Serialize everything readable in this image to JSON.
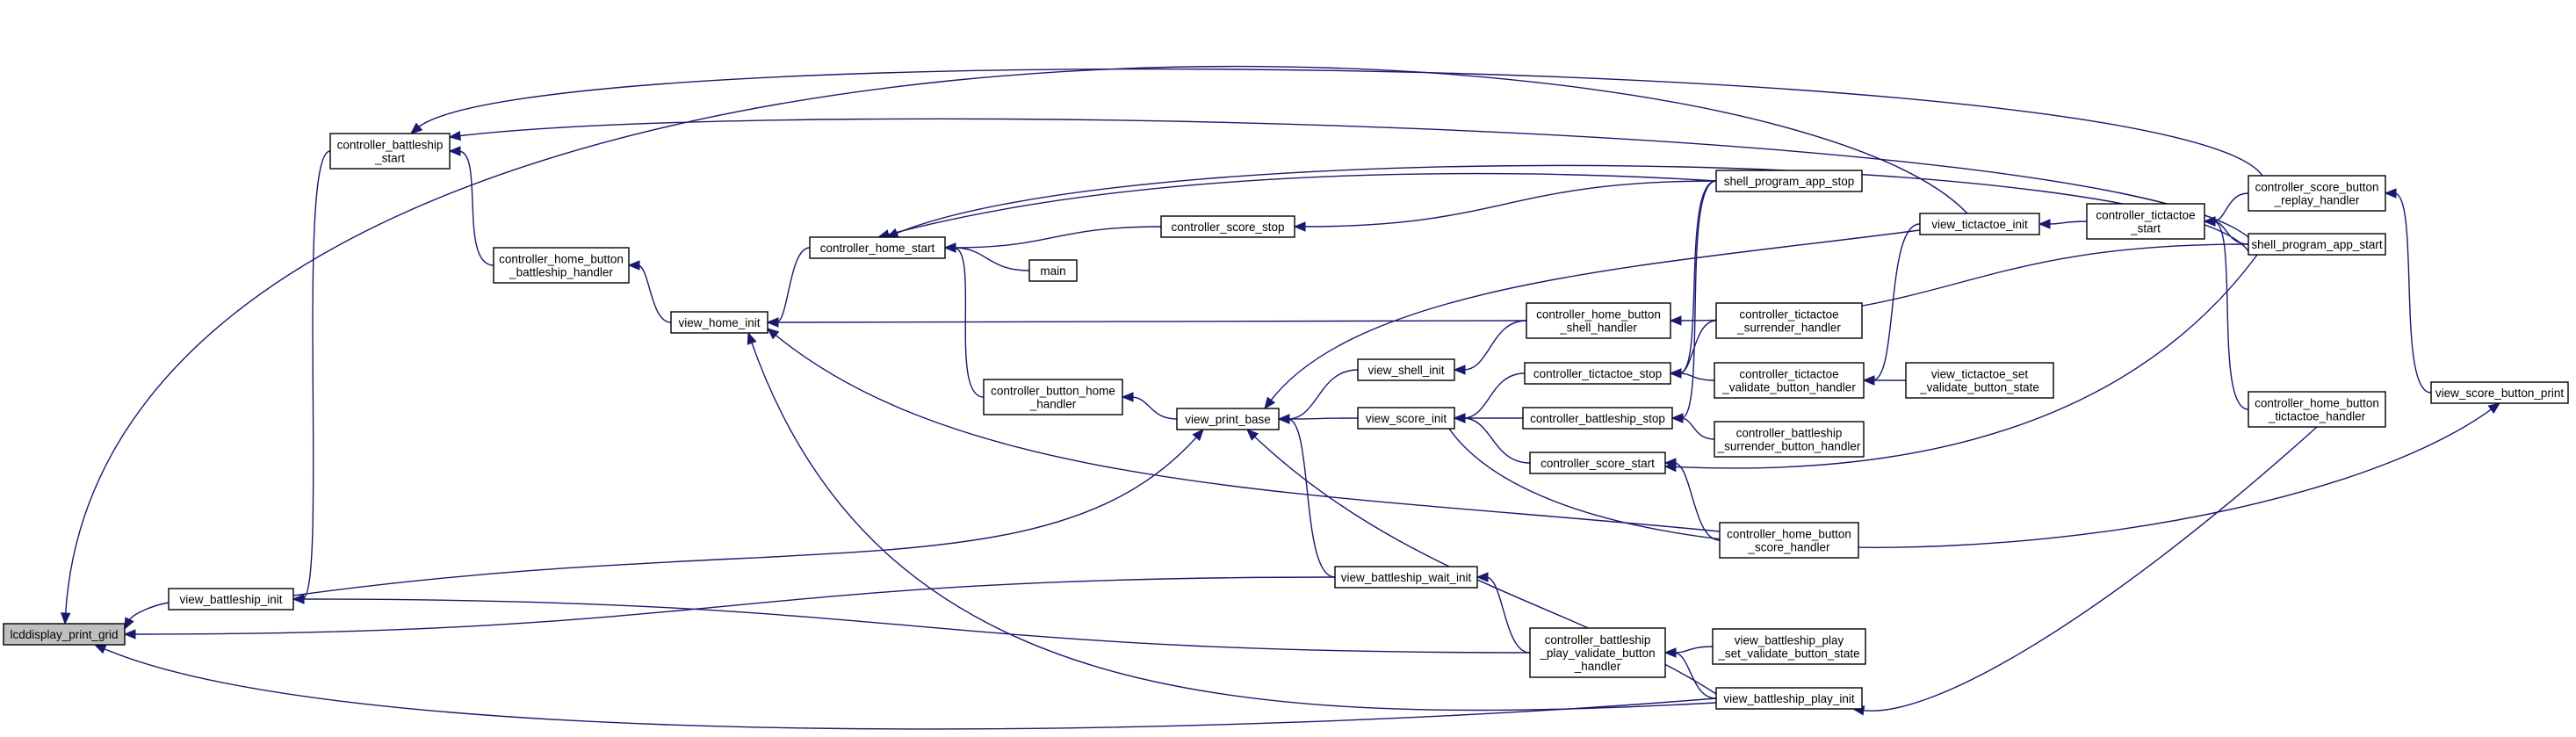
{
  "graph": {
    "title": "",
    "nodes": [
      {
        "id": "lcddisplay_print_grid",
        "lines": [
          "lcddisplay_print_grid"
        ],
        "focus": true
      },
      {
        "id": "view_battleship_init",
        "lines": [
          "view_battleship_init"
        ]
      },
      {
        "id": "controller_battleship_start",
        "lines": [
          "controller_battleship",
          "_start"
        ]
      },
      {
        "id": "controller_home_button_battleship_handler",
        "lines": [
          "controller_home_button",
          "_battleship_handler"
        ]
      },
      {
        "id": "view_home_init",
        "lines": [
          "view_home_init"
        ]
      },
      {
        "id": "controller_home_start",
        "lines": [
          "controller_home_start"
        ]
      },
      {
        "id": "controller_button_home_handler",
        "lines": [
          "controller_button_home",
          "_handler"
        ]
      },
      {
        "id": "controller_score_stop",
        "lines": [
          "controller_score_stop"
        ]
      },
      {
        "id": "main",
        "lines": [
          "main"
        ]
      },
      {
        "id": "view_print_base",
        "lines": [
          "view_print_base"
        ]
      },
      {
        "id": "view_shell_init",
        "lines": [
          "view_shell_init"
        ]
      },
      {
        "id": "view_score_init",
        "lines": [
          "view_score_init"
        ]
      },
      {
        "id": "view_battleship_wait_init",
        "lines": [
          "view_battleship_wait_init"
        ]
      },
      {
        "id": "controller_home_button_shell_handler",
        "lines": [
          "controller_home_button",
          "_shell_handler"
        ]
      },
      {
        "id": "controller_tictactoe_stop",
        "lines": [
          "controller_tictactoe_stop"
        ]
      },
      {
        "id": "controller_battleship_stop",
        "lines": [
          "controller_battleship_stop"
        ]
      },
      {
        "id": "controller_score_start",
        "lines": [
          "controller_score_start"
        ]
      },
      {
        "id": "controller_battleship_play_validate_button_handler",
        "lines": [
          "controller_battleship",
          "_play_validate_button",
          "_handler"
        ]
      },
      {
        "id": "shell_program_app_stop",
        "lines": [
          "shell_program_app_stop"
        ]
      },
      {
        "id": "controller_tictactoe_surrender_handler",
        "lines": [
          "controller_tictactoe",
          "_surrender_handler"
        ]
      },
      {
        "id": "controller_tictactoe_validate_button_handler",
        "lines": [
          "controller_tictactoe",
          "_validate_button_handler"
        ]
      },
      {
        "id": "controller_battleship_surrender_button_handler",
        "lines": [
          "controller_battleship",
          "_surrender_button_handler"
        ]
      },
      {
        "id": "controller_home_button_score_handler",
        "lines": [
          "controller_home_button",
          "_score_handler"
        ]
      },
      {
        "id": "view_battleship_play_set_validate_button_state",
        "lines": [
          "view_battleship_play",
          "_set_validate_button_state"
        ]
      },
      {
        "id": "view_battleship_play_init",
        "lines": [
          "view_battleship_play_init"
        ]
      },
      {
        "id": "view_tictactoe_init",
        "lines": [
          "view_tictactoe_init"
        ]
      },
      {
        "id": "view_tictactoe_set_validate_button_state",
        "lines": [
          "view_tictactoe_set",
          "_validate_button_state"
        ]
      },
      {
        "id": "controller_tictactoe_start",
        "lines": [
          "controller_tictactoe",
          "_start"
        ]
      },
      {
        "id": "controller_home_button_tictactoe_handler",
        "lines": [
          "controller_home_button",
          "_tictactoe_handler"
        ]
      },
      {
        "id": "controller_score_button_replay_handler",
        "lines": [
          "controller_score_button",
          "_replay_handler"
        ]
      },
      {
        "id": "shell_program_app_start",
        "lines": [
          "shell_program_app_start"
        ]
      },
      {
        "id": "view_score_button_print",
        "lines": [
          "view_score_button_print"
        ]
      }
    ],
    "edges": [
      {
        "from": "view_battleship_init",
        "to": "lcddisplay_print_grid"
      },
      {
        "from": "view_battleship_wait_init",
        "to": "lcddisplay_print_grid"
      },
      {
        "from": "view_battleship_play_init",
        "to": "lcddisplay_print_grid"
      },
      {
        "from": "view_tictactoe_init",
        "to": "lcddisplay_print_grid"
      },
      {
        "from": "controller_battleship_start",
        "to": "view_battleship_init"
      },
      {
        "from": "controller_battleship_play_validate_button_handler",
        "to": "view_battleship_init"
      },
      {
        "from": "controller_home_button_battleship_handler",
        "to": "controller_battleship_start"
      },
      {
        "from": "controller_score_button_replay_handler",
        "to": "controller_battleship_start"
      },
      {
        "from": "shell_program_app_start",
        "to": "controller_battleship_start"
      },
      {
        "from": "view_home_init",
        "to": "controller_home_button_battleship_handler"
      },
      {
        "from": "controller_home_start",
        "to": "view_home_init"
      },
      {
        "from": "controller_home_button_shell_handler",
        "to": "view_home_init"
      },
      {
        "from": "controller_home_button_score_handler",
        "to": "view_home_init"
      },
      {
        "from": "view_battleship_play_init",
        "to": "view_home_init"
      },
      {
        "from": "controller_button_home_handler",
        "to": "controller_home_start"
      },
      {
        "from": "controller_score_stop",
        "to": "controller_home_start"
      },
      {
        "from": "main",
        "to": "controller_home_start"
      },
      {
        "from": "shell_program_app_stop",
        "to": "controller_home_start"
      },
      {
        "from": "shell_program_app_start",
        "to": "controller_home_start"
      },
      {
        "from": "shell_program_app_stop",
        "to": "controller_score_stop"
      },
      {
        "from": "view_print_base",
        "to": "controller_button_home_handler"
      },
      {
        "from": "view_battleship_init",
        "to": "view_print_base"
      },
      {
        "from": "view_shell_init",
        "to": "view_print_base"
      },
      {
        "from": "view_score_init",
        "to": "view_print_base"
      },
      {
        "from": "view_battleship_wait_init",
        "to": "view_print_base"
      },
      {
        "from": "view_battleship_play_init",
        "to": "view_print_base"
      },
      {
        "from": "view_tictactoe_init",
        "to": "view_print_base"
      },
      {
        "from": "controller_home_button_shell_handler",
        "to": "view_shell_init"
      },
      {
        "from": "controller_tictactoe_stop",
        "to": "view_score_init"
      },
      {
        "from": "controller_battleship_stop",
        "to": "view_score_init"
      },
      {
        "from": "controller_score_start",
        "to": "view_score_init"
      },
      {
        "from": "controller_battleship_play_validate_button_handler",
        "to": "view_battleship_wait_init"
      },
      {
        "from": "shell_program_app_start",
        "to": "controller_home_button_shell_handler"
      },
      {
        "from": "controller_tictactoe_surrender_handler",
        "to": "controller_tictactoe_stop"
      },
      {
        "from": "controller_tictactoe_validate_button_handler",
        "to": "controller_tictactoe_stop"
      },
      {
        "from": "shell_program_app_stop",
        "to": "controller_tictactoe_stop"
      },
      {
        "from": "controller_battleship_surrender_button_handler",
        "to": "controller_battleship_stop"
      },
      {
        "from": "shell_program_app_stop",
        "to": "controller_battleship_stop"
      },
      {
        "from": "controller_home_button_score_handler",
        "to": "controller_score_start"
      },
      {
        "from": "shell_program_app_start",
        "to": "controller_score_start"
      },
      {
        "from": "view_battleship_play_set_validate_button_state",
        "to": "controller_battleship_play_validate_button_handler"
      },
      {
        "from": "view_battleship_play_init",
        "to": "controller_battleship_play_validate_button_handler"
      },
      {
        "from": "view_tictactoe_set_validate_button_state",
        "to": "controller_tictactoe_validate_button_handler"
      },
      {
        "from": "view_tictactoe_init",
        "to": "controller_tictactoe_validate_button_handler"
      },
      {
        "from": "controller_tictactoe_start",
        "to": "view_tictactoe_init"
      },
      {
        "from": "controller_score_button_replay_handler",
        "to": "controller_tictactoe_start"
      },
      {
        "from": "shell_program_app_start",
        "to": "controller_tictactoe_start"
      },
      {
        "from": "controller_home_button_tictactoe_handler",
        "to": "controller_tictactoe_start"
      },
      {
        "from": "view_score_button_print",
        "to": "controller_score_button_replay_handler"
      },
      {
        "from": "view_score_init",
        "to": "view_score_button_print"
      },
      {
        "from": "controller_home_button_tictactoe_handler",
        "to": "view_battleship_play_init"
      }
    ]
  }
}
